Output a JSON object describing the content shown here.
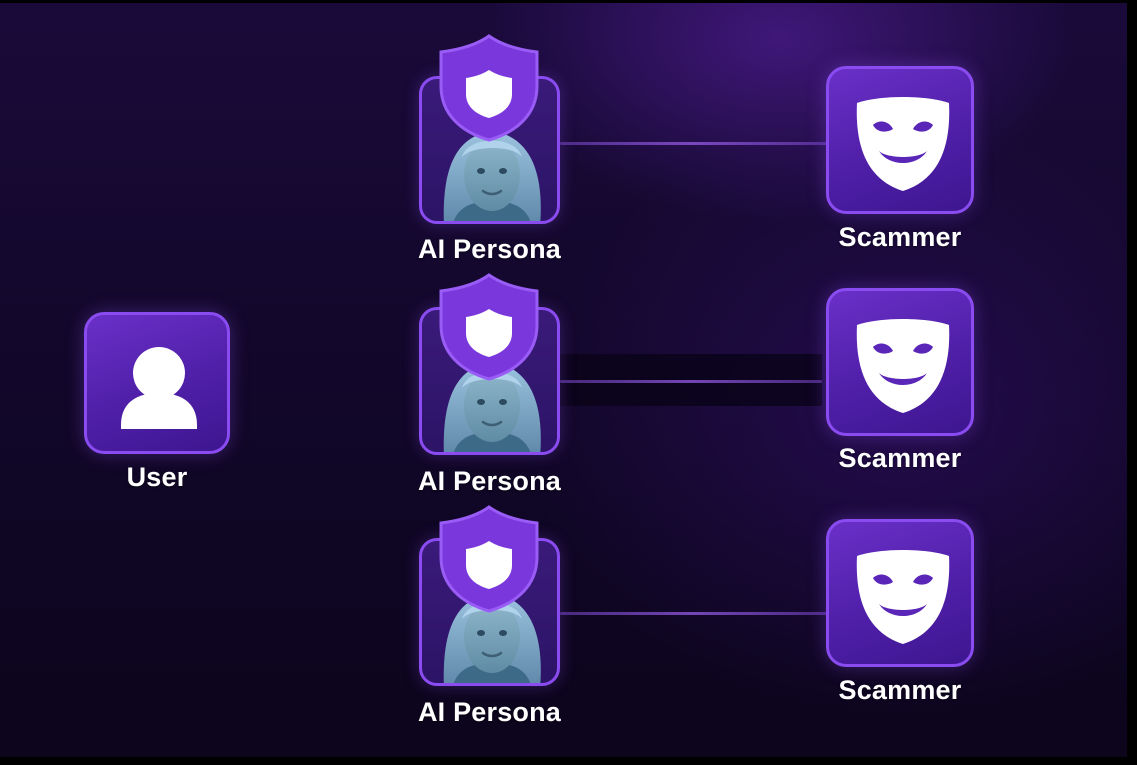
{
  "diagram": {
    "user": {
      "label": "User",
      "icon": "user-silhouette-icon"
    },
    "personas": [
      {
        "label": "AI Persona",
        "icon": "shield-icon",
        "avatar": "woman-avatar"
      },
      {
        "label": "AI Persona",
        "icon": "shield-icon",
        "avatar": "woman-avatar"
      },
      {
        "label": "AI Persona",
        "icon": "shield-icon",
        "avatar": "woman-avatar"
      }
    ],
    "scammers": [
      {
        "label": "Scammer",
        "icon": "theater-mask-icon"
      },
      {
        "label": "Scammer",
        "icon": "theater-mask-icon"
      },
      {
        "label": "Scammer",
        "icon": "theater-mask-icon"
      }
    ],
    "colors": {
      "background": "#140830",
      "tile_fill": "#5a26b8",
      "tile_border": "#8a4cf0",
      "connector": "#8a55d8",
      "icon": "#ffffff",
      "text": "#ffffff"
    }
  }
}
